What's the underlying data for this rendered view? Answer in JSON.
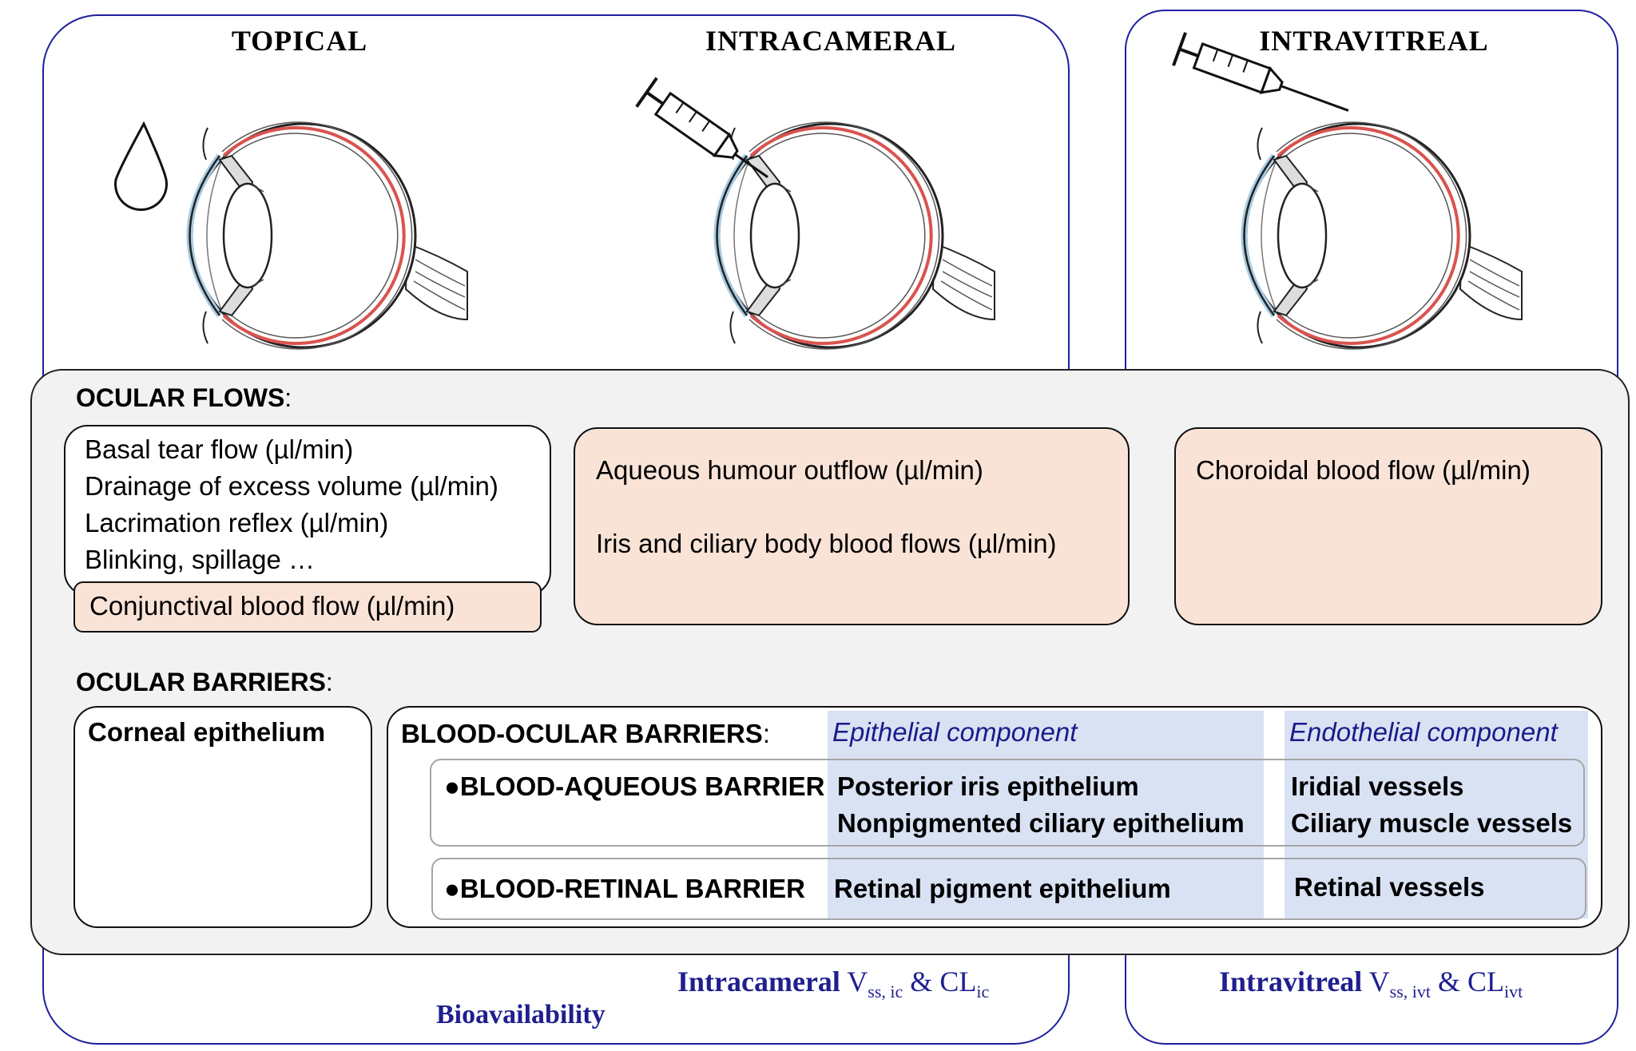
{
  "panels": {
    "topical": "TOPICAL",
    "intracameral": "INTRACAMERAL",
    "intravitreal": "INTRAVITREAL"
  },
  "ocular_flows": {
    "label": "OCULAR FLOWS",
    "colon": ":",
    "topical_items": [
      "Basal tear flow (µl/min)",
      "Drainage of excess volume (µl/min)",
      "Lacrimation reflex (µl/min)",
      "Blinking, spillage …"
    ],
    "conjunctival": "Conjunctival blood flow (µl/min)",
    "aqueous_outflow": "Aqueous humour outflow (µl/min)",
    "iris_ciliary": "Iris and ciliary body blood flows (µl/min)",
    "choroidal": "Choroidal blood flow (µl/min)"
  },
  "ocular_barriers": {
    "label": "OCULAR BARRIERS",
    "colon": ":",
    "corneal": "Corneal epithelium",
    "blood_ocular_label": "BLOOD-OCULAR BARRIERS",
    "blood_ocular_colon": ":",
    "epithelial_header": "Epithelial component",
    "endothelial_header": "Endothelial component",
    "blood_aqueous": "●BLOOD-AQUEOUS BARRIER",
    "blood_aqueous_epi_1": "Posterior iris epithelium",
    "blood_aqueous_epi_2": "Nonpigmented ciliary epithelium",
    "blood_aqueous_endo_1": "Iridial vessels",
    "blood_aqueous_endo_2": "Ciliary muscle vessels",
    "blood_retinal": "●BLOOD-RETINAL BARRIER",
    "blood_retinal_epi": "Retinal pigment epithelium",
    "blood_retinal_endo": "Retinal vessels"
  },
  "pk": {
    "ic_bold": "Intracameral",
    "ic_v": "V",
    "ic_v_sub": "ss, ic",
    "ic_amp": "&",
    "ic_cl": "CL",
    "ic_cl_sub": "ic",
    "ivt_bold": "Intravitreal",
    "ivt_v": "V",
    "ivt_v_sub": "ss, ivt",
    "ivt_amp": "&",
    "ivt_cl": "CL",
    "ivt_cl_sub": "ivt",
    "bioavailability": "Bioavailability"
  },
  "colors": {
    "frame_blue": "#1f1f9e",
    "label_blue": "#1f1f8f",
    "peach": "#f9e3d7",
    "blue_column": "#d9e2f3",
    "panel_gray": "#f2f2f2",
    "retina_red": "#d9534f",
    "cornea_blue": "#a9cce3"
  },
  "icons": [
    "drop-icon",
    "syringe-icon",
    "eye-cross-section-icon"
  ]
}
